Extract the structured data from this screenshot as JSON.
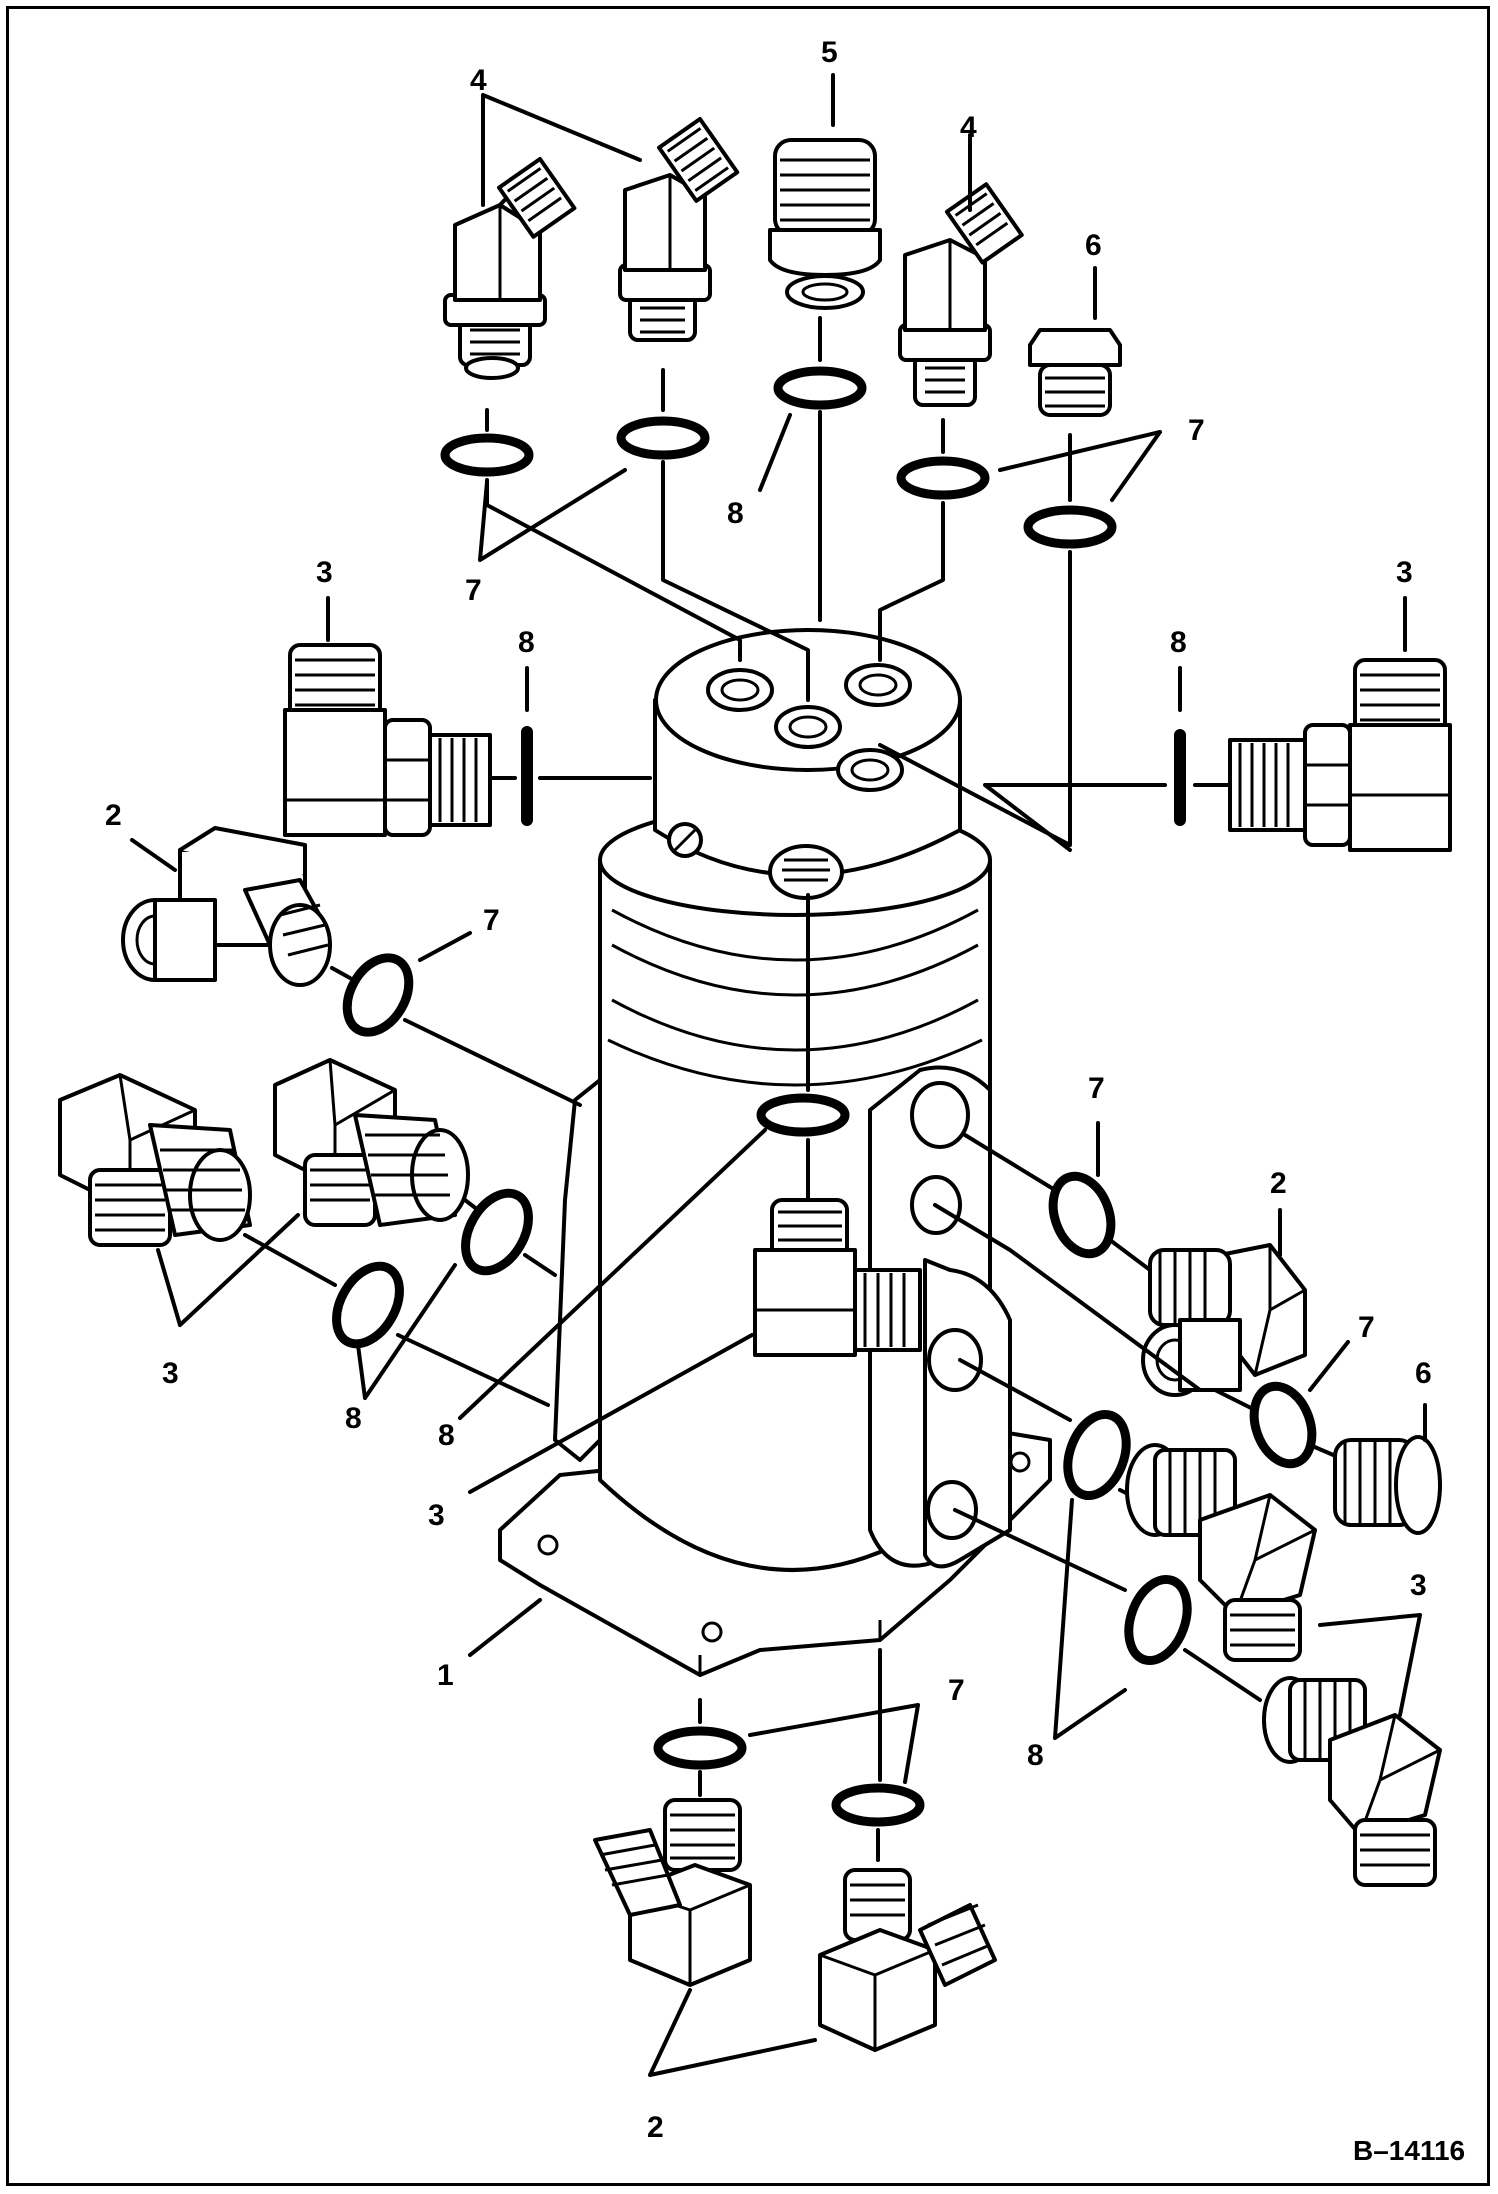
{
  "figure_id": "B–14116",
  "callouts": [
    "1",
    "2",
    "3",
    "4",
    "5",
    "6",
    "7",
    "8"
  ]
}
